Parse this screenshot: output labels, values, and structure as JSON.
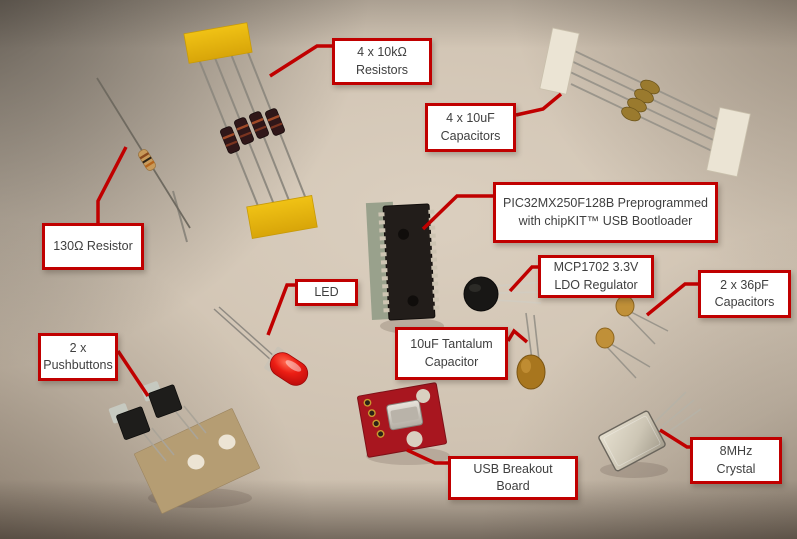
{
  "figure": {
    "type": "annotated-photo",
    "caption_visible": false
  },
  "callout_style": {
    "border_color": "#c00000",
    "leader_color": "#c00000",
    "background": "#ffffff",
    "text_color": "#3f3f3f"
  },
  "labels": [
    {
      "id": "resistors-10k",
      "text": "4 x 10kΩ\nResistors"
    },
    {
      "id": "caps-10uf",
      "text": "4 x 10uF\nCapacitors"
    },
    {
      "id": "resistor-130",
      "text": "130Ω Resistor"
    },
    {
      "id": "pic32",
      "text": "PIC32MX250F128B Preprogrammed\nwith chipKIT™ USB Bootloader"
    },
    {
      "id": "mcp1702",
      "text": "MCP1702 3.3V\nLDO Regulator"
    },
    {
      "id": "caps-36pf",
      "text": "2 x 36pF\nCapacitors"
    },
    {
      "id": "led",
      "text": "LED"
    },
    {
      "id": "tantalum",
      "text": "10uF Tantalum\nCapacitor"
    },
    {
      "id": "pushbuttons",
      "text": "2 x\nPushbuttons"
    },
    {
      "id": "usb-breakout",
      "text": "USB Breakout\nBoard"
    },
    {
      "id": "crystal",
      "text": "8MHz\nCrystal"
    }
  ],
  "components": [
    {
      "name": "4 x 10kΩ resistors taped between yellow strips"
    },
    {
      "name": "4 x 10uF capacitors taped between white strips"
    },
    {
      "name": "130Ω resistor"
    },
    {
      "name": "PIC32MX250F128B microcontroller DIP chip"
    },
    {
      "name": "MCP1702 3.3V LDO regulator TO-92 package"
    },
    {
      "name": "red LED"
    },
    {
      "name": "10uF tantalum capacitor"
    },
    {
      "name": "2 x 36pF ceramic disc capacitors"
    },
    {
      "name": "2 pushbuttons mounted on cardboard"
    },
    {
      "name": "USB micro breakout board (red PCB)"
    },
    {
      "name": "8MHz crystal in metal can"
    }
  ]
}
